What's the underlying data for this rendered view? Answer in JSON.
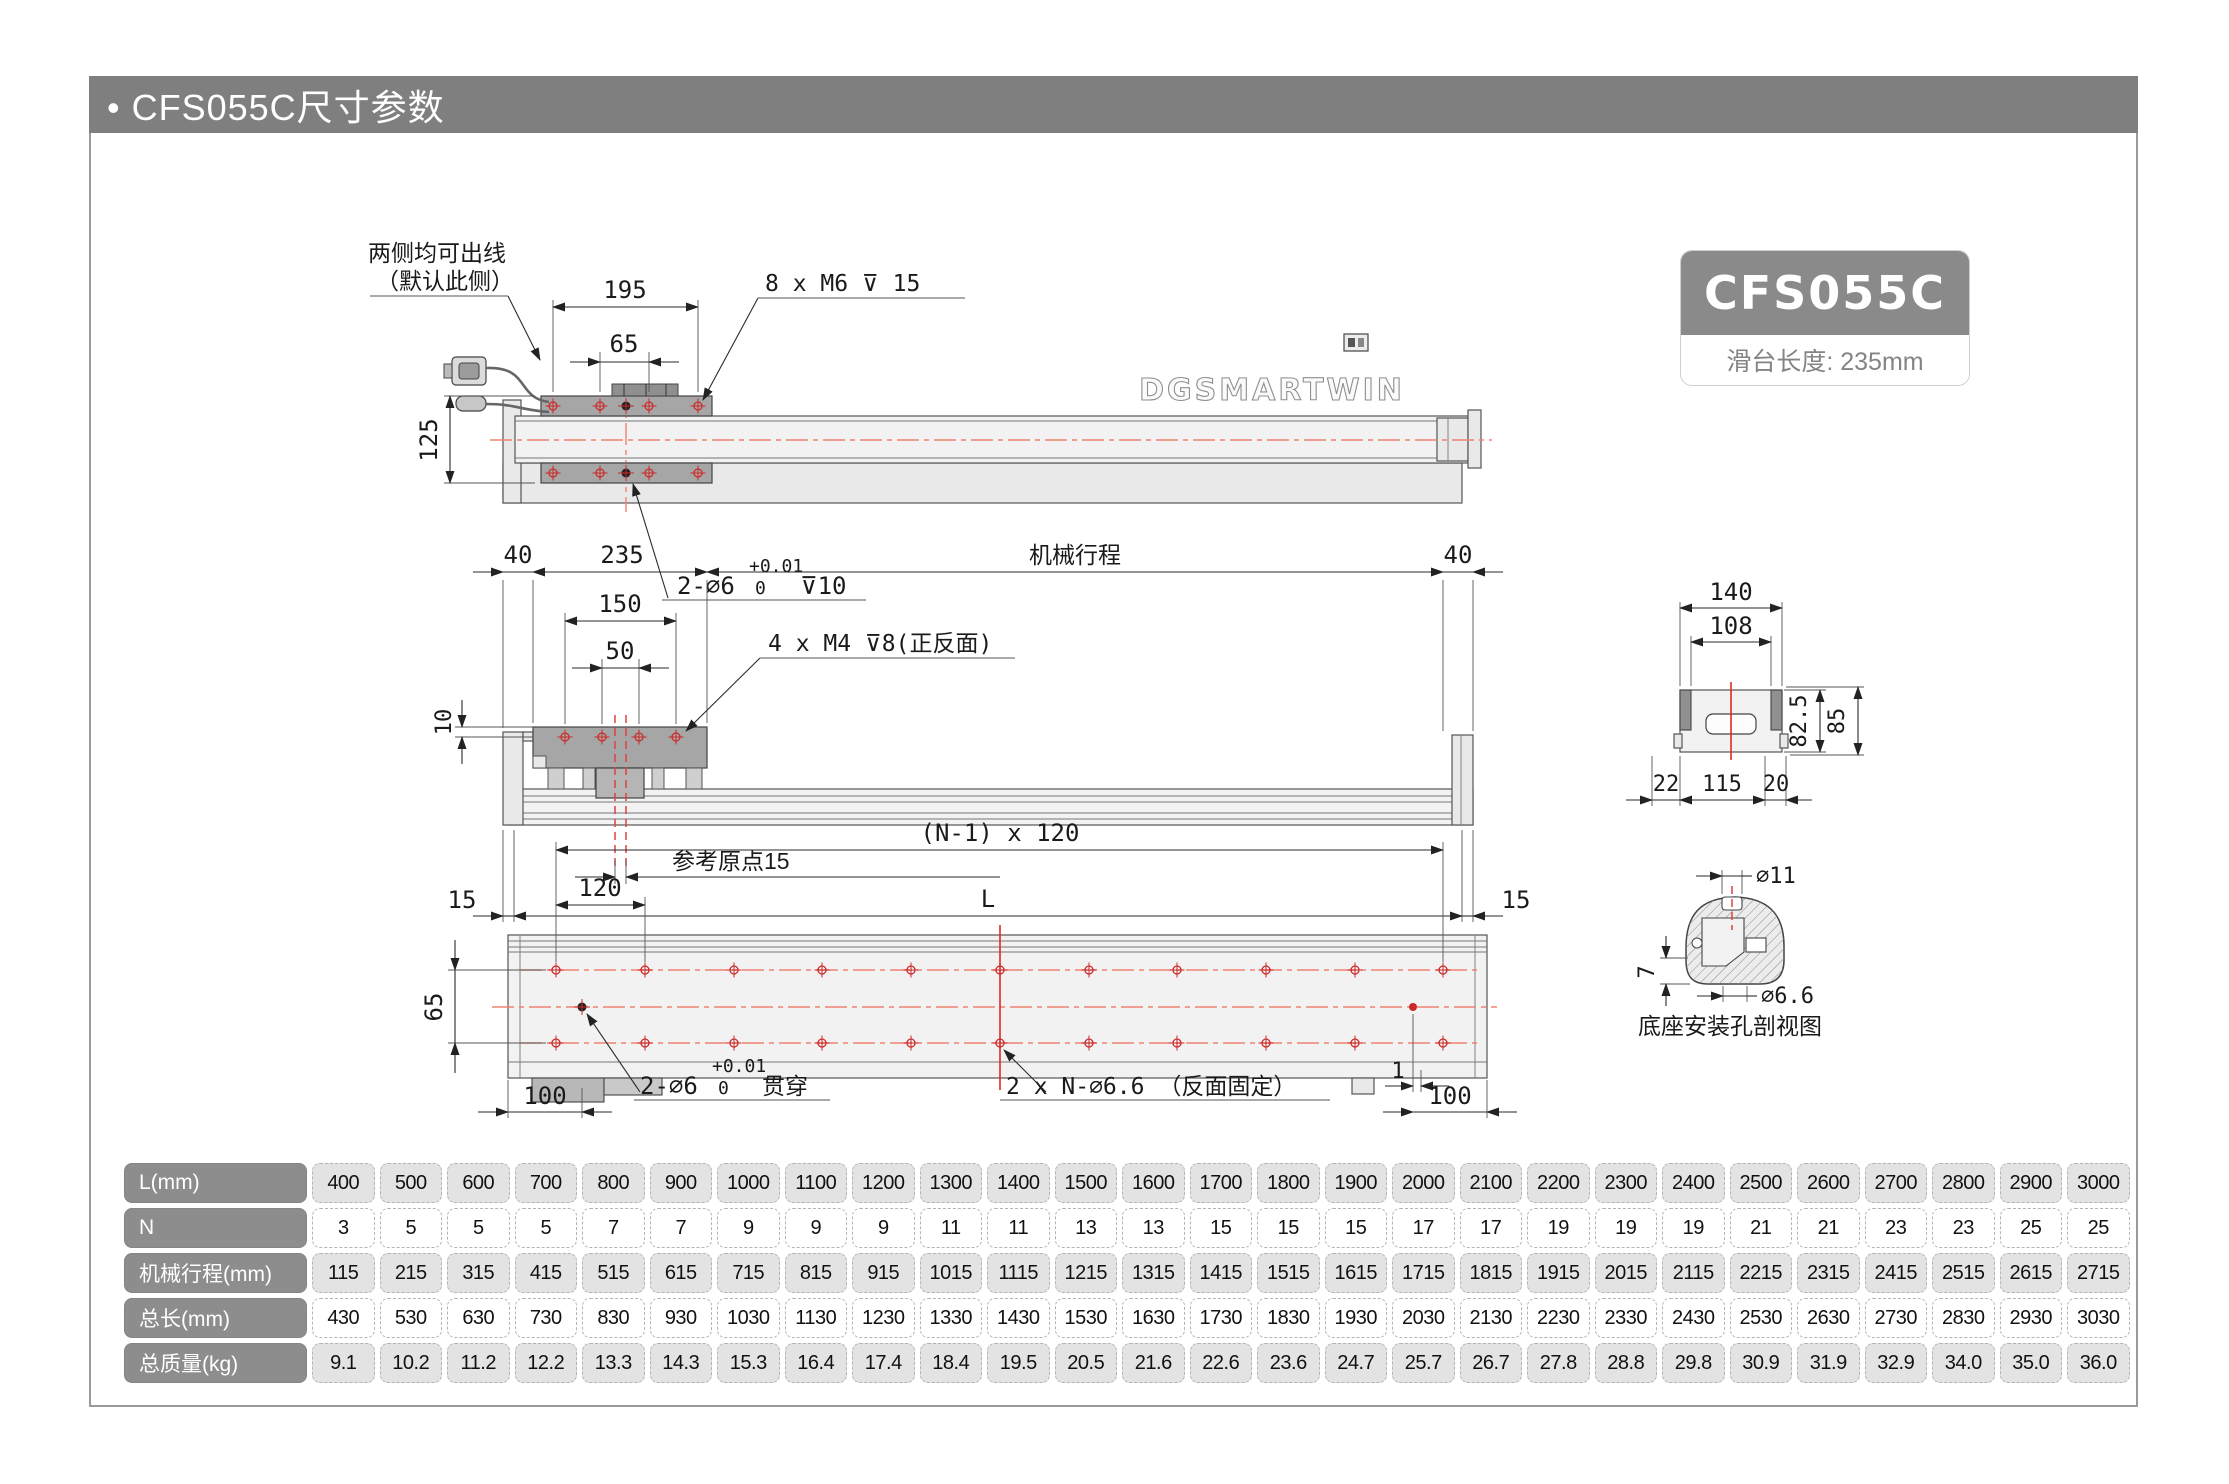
{
  "header": {
    "title": "• CFS055C尺寸参数"
  },
  "badge": {
    "model": "CFS055C",
    "slider_length": "滑台长度: 235mm"
  },
  "top_view": {
    "logo": "DGSMARTWIN",
    "cable_note_line1": "两侧均可出线",
    "cable_note_line2": "（默认此侧）",
    "dim_195": "195",
    "dim_65": "65",
    "dim_125": "125",
    "thread_note": "8 x M6 ⊽ 15",
    "dowel_label": "2-∅6",
    "dowel_tol_upper": "+0.01",
    "dowel_tol_lower": "0",
    "dowel_depth": "⊽10"
  },
  "side_view": {
    "dim_40_left": "40",
    "dim_235": "235",
    "stroke_label": "机械行程",
    "dim_40_right": "40",
    "dim_150": "150",
    "dim_50": "50",
    "dim_10": "10",
    "thread_note": "4 x M4 ⊽8(正反面)",
    "origin_note": "参考原点15",
    "dim_15_left": "15",
    "dim_L": "L",
    "dim_15_right": "15"
  },
  "end_view": {
    "dim_140": "140",
    "dim_108": "108",
    "dim_82_5": "82.5",
    "dim_85": "85",
    "dim_22": "22",
    "dim_115": "115",
    "dim_20": "20"
  },
  "bottom_view": {
    "pitch_formula": "(N-1) x 120",
    "dim_120": "120",
    "dim_65": "65",
    "dim_100_left": "100",
    "dim_1": "1",
    "dim_100_right": "100",
    "dowel_label": "2-∅6",
    "dowel_tol_upper": "+0.01",
    "dowel_tol_lower": "0",
    "dowel_through": "贯穿",
    "mount_note": "2 x N-∅6.6 （反面固定）"
  },
  "detail_view": {
    "dim_d11": "∅11",
    "dim_d66": "∅6.6",
    "dim_7": "7",
    "caption": "底座安装孔剖视图"
  },
  "table": {
    "rows": [
      {
        "label": "L(mm)",
        "values": [
          "400",
          "500",
          "600",
          "700",
          "800",
          "900",
          "1000",
          "1100",
          "1200",
          "1300",
          "1400",
          "1500",
          "1600",
          "1700",
          "1800",
          "1900",
          "2000",
          "2100",
          "2200",
          "2300",
          "2400",
          "2500",
          "2600",
          "2700",
          "2800",
          "2900",
          "3000"
        ]
      },
      {
        "label": "N",
        "values": [
          "3",
          "5",
          "5",
          "5",
          "7",
          "7",
          "9",
          "9",
          "9",
          "11",
          "11",
          "13",
          "13",
          "15",
          "15",
          "15",
          "17",
          "17",
          "19",
          "19",
          "19",
          "21",
          "21",
          "23",
          "23",
          "25",
          "25"
        ]
      },
      {
        "label": "机械行程(mm)",
        "values": [
          "115",
          "215",
          "315",
          "415",
          "515",
          "615",
          "715",
          "815",
          "915",
          "1015",
          "1115",
          "1215",
          "1315",
          "1415",
          "1515",
          "1615",
          "1715",
          "1815",
          "1915",
          "2015",
          "2115",
          "2215",
          "2315",
          "2415",
          "2515",
          "2615",
          "2715"
        ]
      },
      {
        "label": "总长(mm)",
        "values": [
          "430",
          "530",
          "630",
          "730",
          "830",
          "930",
          "1030",
          "1130",
          "1230",
          "1330",
          "1430",
          "1530",
          "1630",
          "1730",
          "1830",
          "1930",
          "2030",
          "2130",
          "2230",
          "2330",
          "2430",
          "2530",
          "2630",
          "2730",
          "2830",
          "2930",
          "3030"
        ]
      },
      {
        "label": "总质量(kg)",
        "values": [
          "9.1",
          "10.2",
          "11.2",
          "12.2",
          "13.3",
          "14.3",
          "15.3",
          "16.4",
          "17.4",
          "18.4",
          "19.5",
          "20.5",
          "21.6",
          "22.6",
          "23.6",
          "24.7",
          "25.7",
          "26.7",
          "27.8",
          "28.8",
          "29.8",
          "30.9",
          "31.9",
          "32.9",
          "34.0",
          "35.0",
          "36.0"
        ]
      }
    ]
  }
}
